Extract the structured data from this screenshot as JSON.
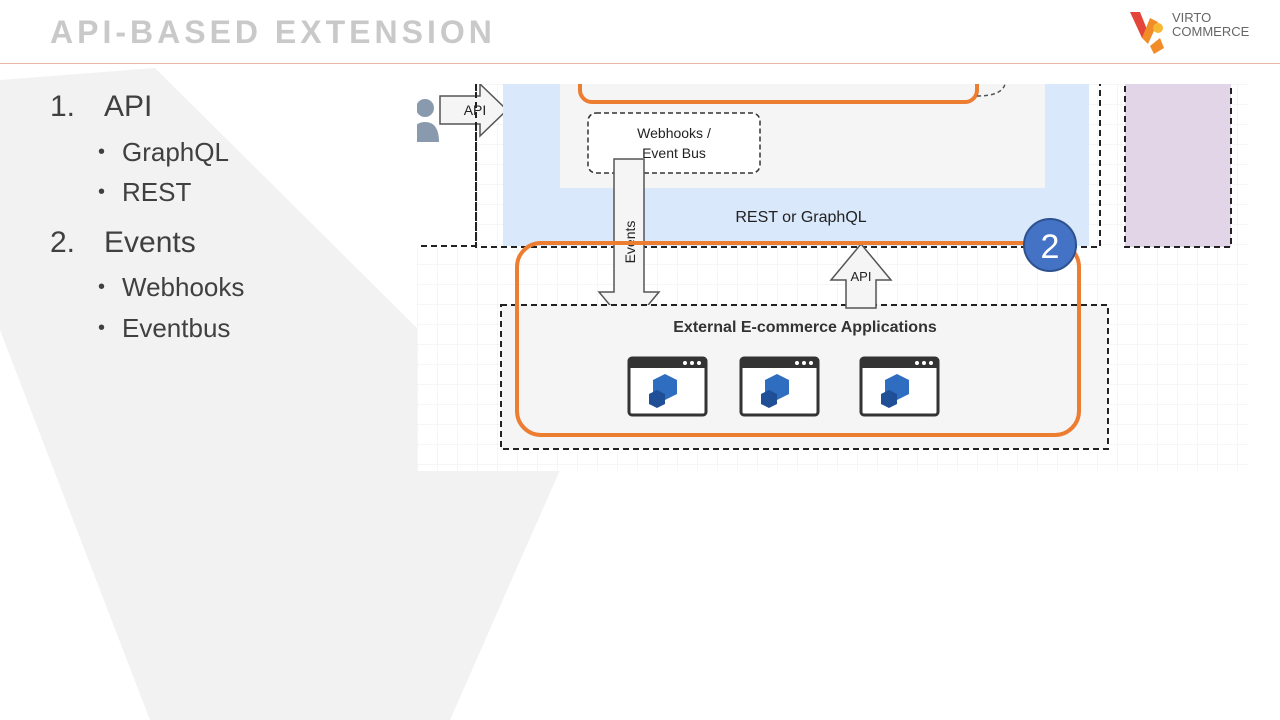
{
  "slide": {
    "title": "API-BASED EXTENSION"
  },
  "logo": {
    "line1": "VIRTO",
    "line2": "COMMERCE"
  },
  "outline": [
    {
      "number": "1.",
      "label": "API",
      "bullets": [
        "GraphQL",
        "REST"
      ]
    },
    {
      "number": "2.",
      "label": "Events",
      "bullets": [
        "Webhooks",
        "Eventbus"
      ]
    }
  ],
  "diagram": {
    "api_left_label": "API",
    "webhooks_line1": "Webhooks /",
    "webhooks_line2": "Event Bus",
    "events_label": "Events",
    "rest_graphql_label": "REST or GraphQL",
    "api_up_label": "API",
    "badge_number": "2",
    "external_apps_label": "External E-commerce Applications",
    "app_icons": [
      "app-window-icon",
      "app-window-icon",
      "app-window-icon"
    ]
  },
  "colors": {
    "accent_orange": "#ed7d31",
    "badge_blue": "#4472c4",
    "light_blue_panel": "#dae8fc",
    "purple_panel": "#e1d5e7",
    "cube_blue": "#2f6dc0"
  }
}
